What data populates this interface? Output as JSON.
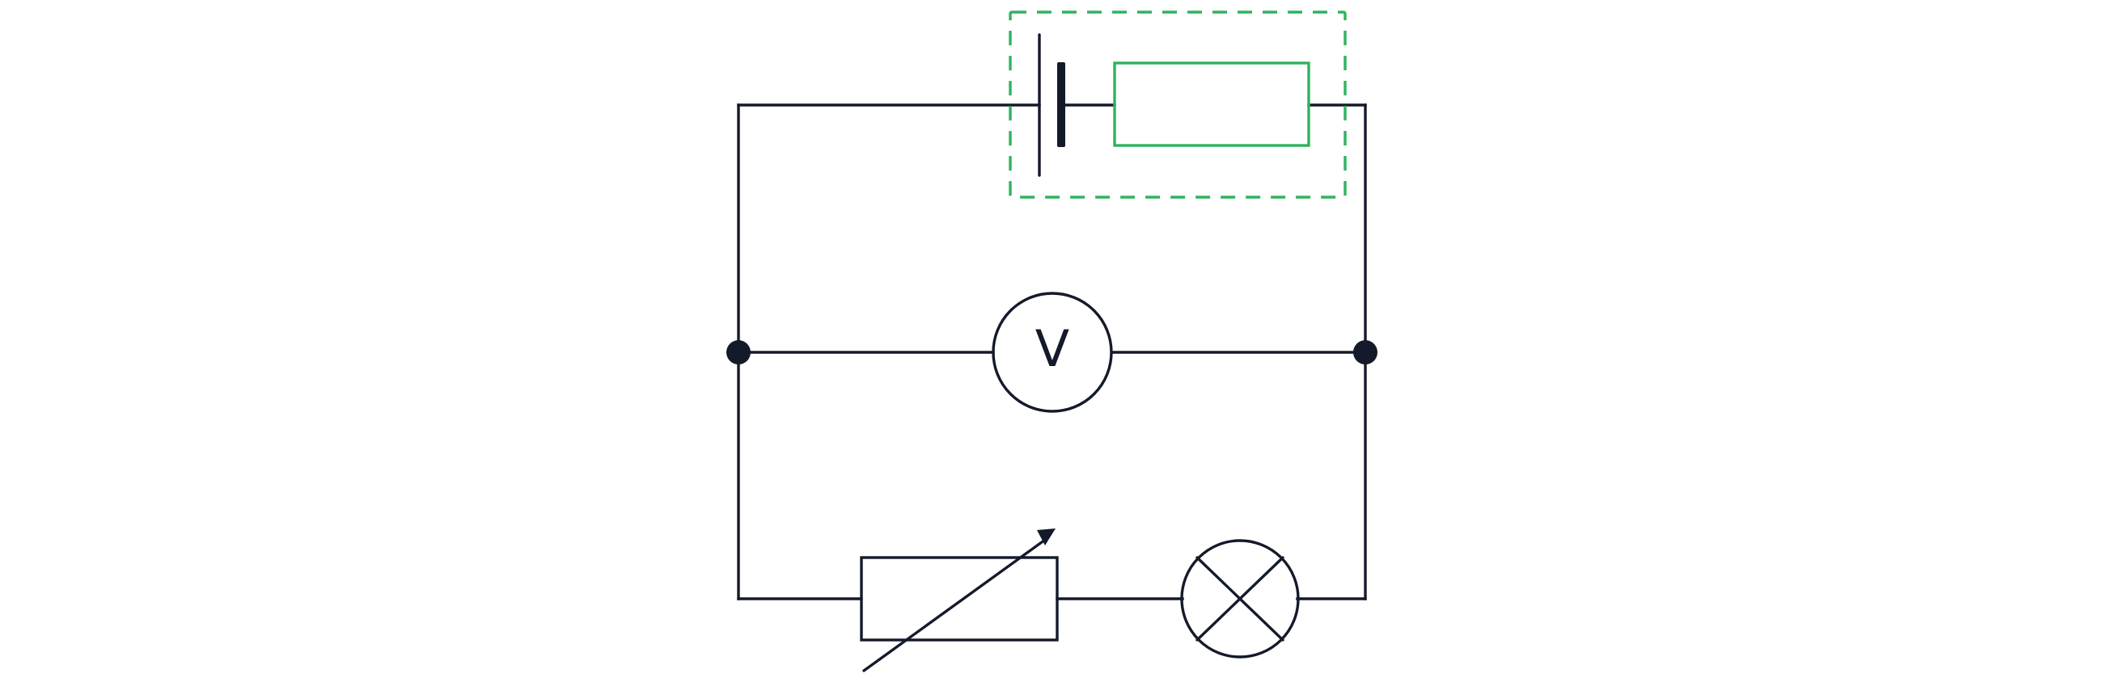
{
  "colors": {
    "wire": "#141a2a",
    "accent": "#2fb35f",
    "background": "#ffffff"
  },
  "components": {
    "cell": "battery-cell",
    "internal_resistance": "internal-resistor",
    "voltmeter": {
      "symbol": "V"
    },
    "variable_resistor": "rheostat",
    "lamp": "lamp"
  },
  "highlight_box": "dashed-green-box"
}
